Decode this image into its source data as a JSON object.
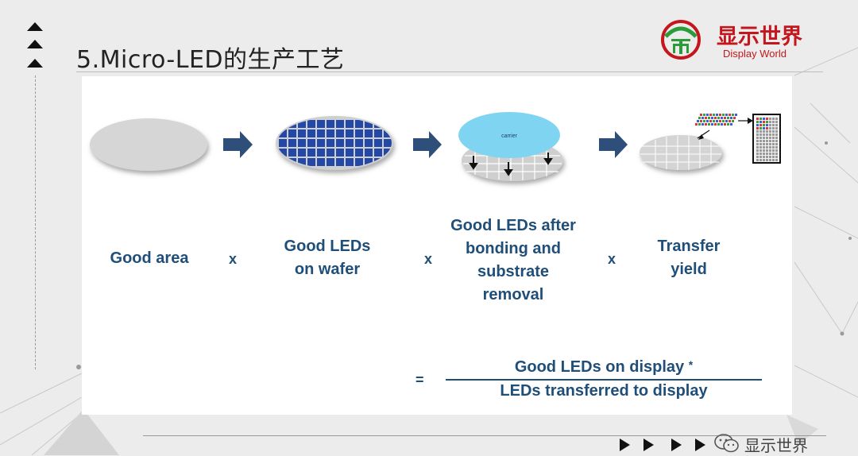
{
  "slide": {
    "title": "5.Micro-LED的生产工艺"
  },
  "logo": {
    "name_cn": "显示世界",
    "name_en": "Display World",
    "color": "#c4161c"
  },
  "diagram": {
    "stages": [
      {
        "label": "Good area"
      },
      {
        "label": "Good LEDs\non wafer"
      },
      {
        "label": "Good LEDs after\nbonding and\nsubstrate\nremoval",
        "carrier_text": "carrier"
      },
      {
        "label": "Transfer\nyield"
      }
    ],
    "multiply_symbol": "x",
    "equals_symbol": "=",
    "numerator": "Good LEDs on display",
    "numerator_mark": "*",
    "denominator": "LEDs transferred to display",
    "colors": {
      "text": "#1f4e79",
      "arrow": "#2e4f7a",
      "led": "#2348a8",
      "carrier": "#7fd4f2",
      "wafer": "#d6d6d6"
    }
  },
  "footer": {
    "wechat_label": "显示世界",
    "wechat_icon": "wechat-icon"
  }
}
